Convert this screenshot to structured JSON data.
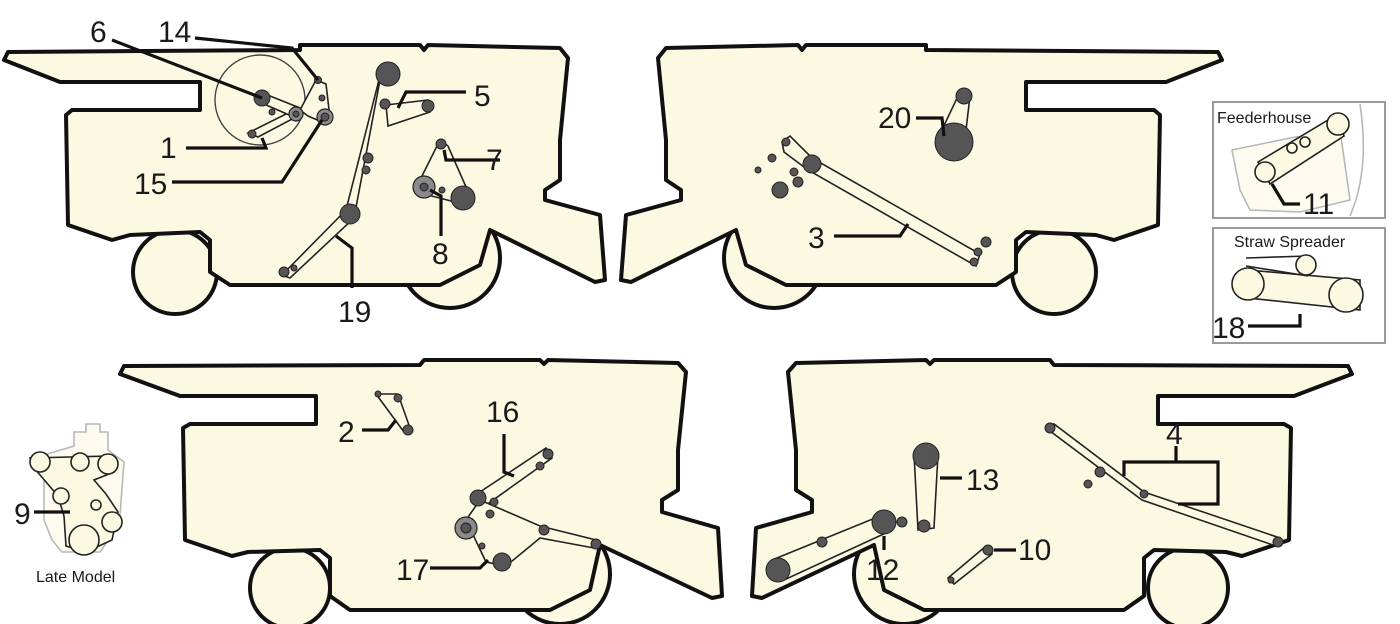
{
  "callouts": {
    "n1": "1",
    "n2": "2",
    "n3": "3",
    "n4": "4",
    "n5": "5",
    "n6": "6",
    "n7": "7",
    "n8": "8",
    "n9": "9",
    "n10": "10",
    "n11": "11",
    "n12": "12",
    "n13": "13",
    "n14": "14",
    "n15": "15",
    "n16": "16",
    "n17": "17",
    "n18": "18",
    "n19": "19",
    "n20": "20"
  },
  "insets": {
    "feederhouse": "Feederhouse",
    "straw_spreader": "Straw Spreader",
    "late_model": "Late Model"
  }
}
